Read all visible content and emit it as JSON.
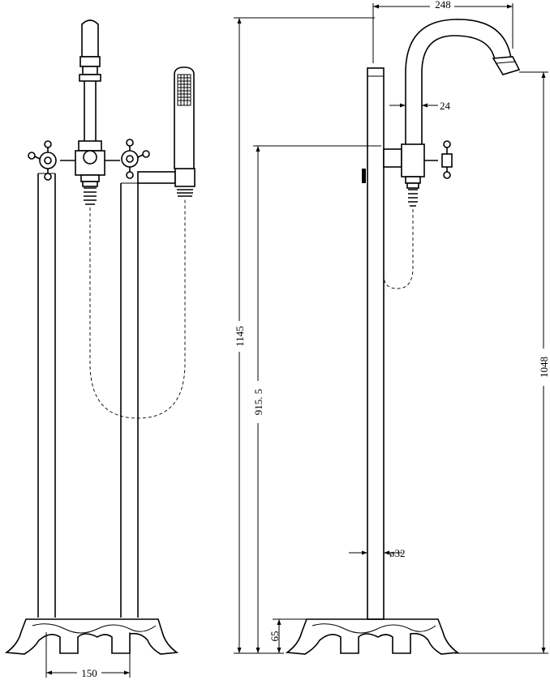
{
  "dimensions": {
    "spout_reach": "248",
    "spout_gap": "24",
    "total_height": "1145",
    "valve_height": "915. 5",
    "spout_height": "1048",
    "column_diameter": "ø32",
    "base_height": "65",
    "leg_spacing": "150"
  }
}
